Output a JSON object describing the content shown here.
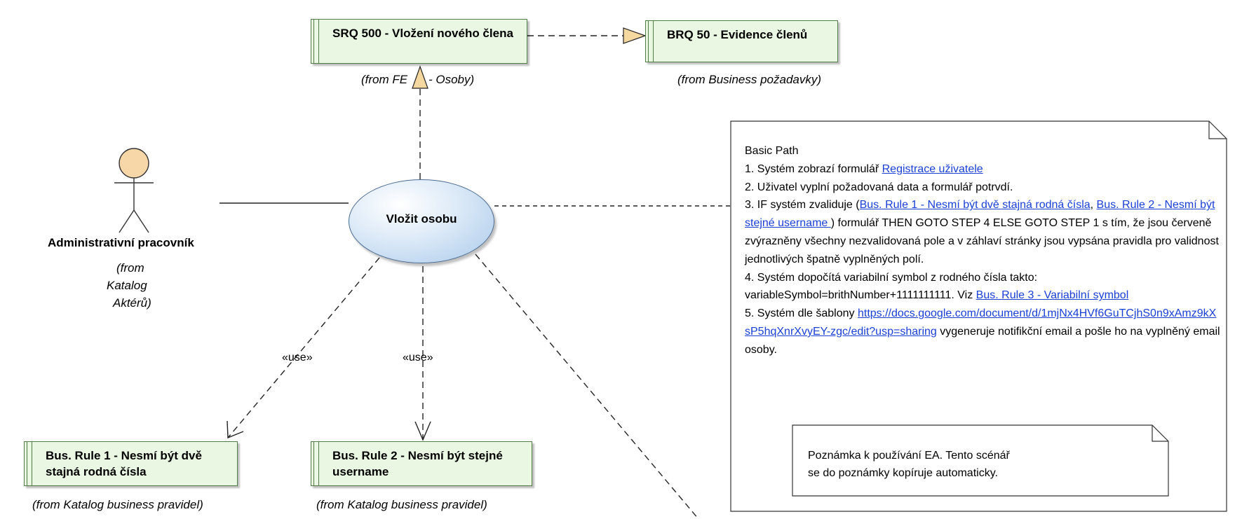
{
  "requirements": {
    "srq500": {
      "title": "SRQ 500 - Vložení nového člena",
      "from": "(from FE"
    },
    "from_osoby": "- Osoby)",
    "brq50": {
      "title": "BRQ 50 - Evidence členů",
      "from": "(from Business požadavky)"
    },
    "rule1": {
      "title": "Bus. Rule 1 - Nesmí být dvě stajná rodná čísla",
      "from": "(from Katalog business pravidel)"
    },
    "rule2": {
      "title": "Bus. Rule 2 - Nesmí být stejné username",
      "from": "(from Katalog business pravidel)"
    }
  },
  "usecase": {
    "label": "Vložit osobu"
  },
  "actor": {
    "label": "Administrativní pracovník",
    "from_line1": "(from",
    "from_line2": "Katalog",
    "from_line3": "Aktérů)"
  },
  "stereotypes": {
    "use1": "«use»",
    "use2": "«use»"
  },
  "note": {
    "heading": "Basic Path",
    "s1_text": "1. Systém zobrazí formulář ",
    "s1_link": "Registrace uživatele",
    "s2": "2. Uživatel vyplní požadovaná data a formulář potrvdí.",
    "s3_prefix": "3. IF systém zvaliduje (",
    "s3_link1": "Bus. Rule 1 - Nesmí být dvě stajná rodná čísla",
    "s3_sep": ", ",
    "s3_link2": "Bus. Rule 2 - Nesmí být stejné username ",
    "s3_suffix": " ) formulář THEN GOTO STEP 4 ELSE GOTO STEP 1 s tím, že jsou červeně zvýrazněny všechny nezvalidovaná pole a v záhlaví stránky jsou vypsána pravidla pro validnost jednotlivých špatně vyplněných polí.",
    "s4_text": "4. Systém dopočítá variabilní symbol z rodného čísla takto: variableSymbol=brithNumber+1111111111. Viz ",
    "s4_link": "Bus. Rule 3 - Variabilní symbol",
    "s5_text": "5. Systém dle šablony ",
    "s5_link": "https://docs.google.com/document/d/1mjNx4HVf6GuTCjhS0n9xAmz9kXsP5hqXnrXvyEY-zgc/edit?usp=sharing",
    "s5_suffix": " vygeneruje notifikční email a pošle ho na vyplněný email osoby."
  },
  "note2": {
    "text": "Poznámka k používání EA. Tento scénář se do poznámky kopíruje automaticky."
  }
}
